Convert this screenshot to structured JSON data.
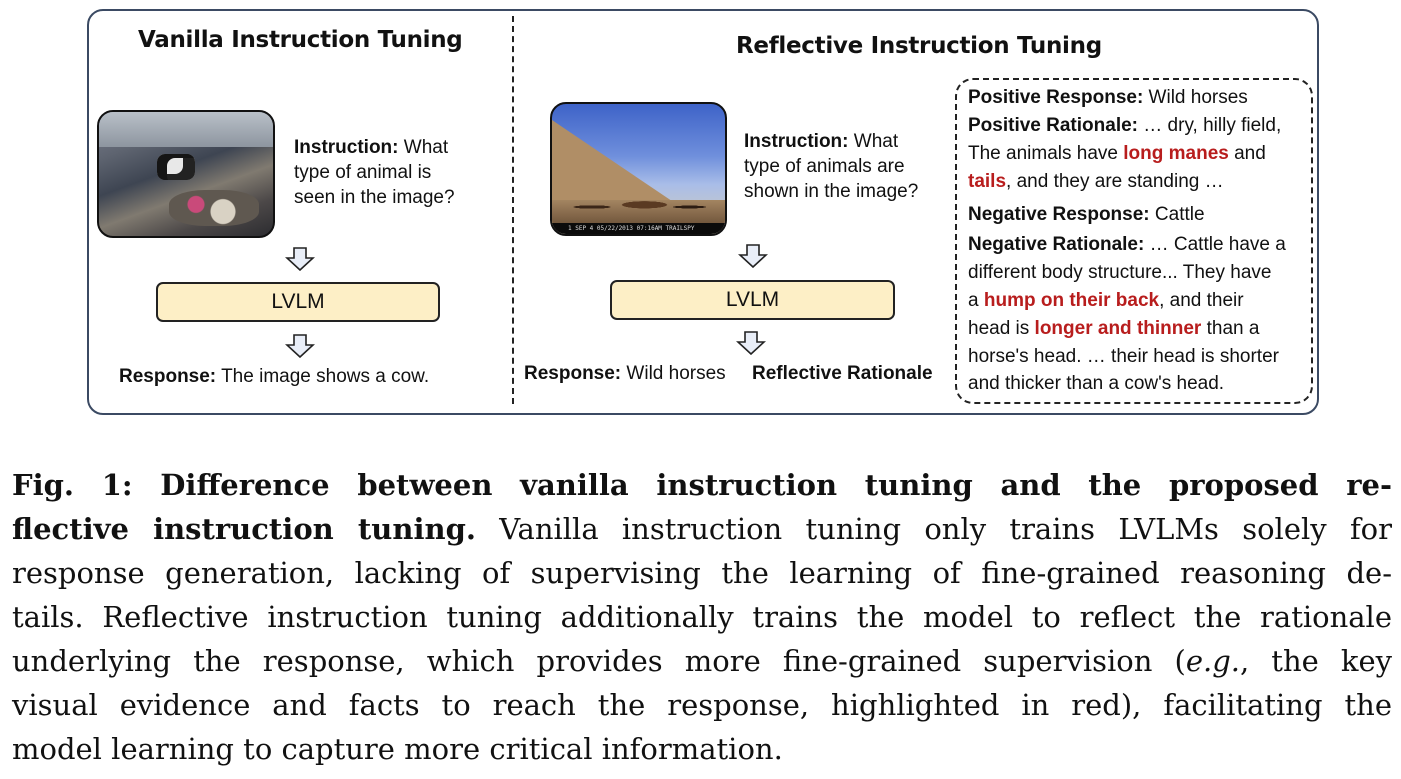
{
  "left_panel": {
    "title": "Vanilla Instruction Tuning",
    "instruction_label": "Instruction:",
    "instruction_lines": [
      " What",
      "type of animal is",
      "seen in the image?"
    ],
    "model_label": "LVLM",
    "response_label": "Response:",
    "response_text": " The image shows a cow."
  },
  "right_panel": {
    "title": "Reflective Instruction Tuning",
    "instruction_label": "Instruction:",
    "instruction_lines": [
      " What",
      "type of animals are",
      "shown in the image?"
    ],
    "image_strip_text": "1 SEP 4   05/22/2013 07:16AM TRAILSPY",
    "model_label": "LVLM",
    "response_label": "Response:",
    "response_text": " Wild horses",
    "reflective_label": "Reflective Rationale"
  },
  "rationale_box": {
    "pos_response_label": "Positive Response:",
    "pos_response_text": " Wild horses",
    "pos_rationale_label": "Positive Rationale:",
    "pos_rationale_text": "  … dry, hilly field,",
    "pos_line2_pre": "The animals have ",
    "pos_line2_red": "long manes",
    "pos_line2_post": " and",
    "pos_line3_red": "tails",
    "pos_line3_post": ", and they are standing …",
    "neg_response_label": "Negative Response:",
    "neg_response_text": " Cattle",
    "neg_rationale_label": "Negative Rationale:",
    "neg_rationale_text": "  … Cattle have a",
    "neg_line2": "different body structure... They have",
    "neg_line3_pre": "a ",
    "neg_line3_red": "hump on their back",
    "neg_line3_post": ", and their",
    "neg_line4_pre": "head is ",
    "neg_line4_red": "longer and thinner",
    "neg_line4_post": " than a",
    "neg_line5": "horse's head. … their head is shorter",
    "neg_line6": "and thicker than a cow's head."
  },
  "caption": {
    "line1_bold": "Fig. 1: Difference between vanilla instruction tuning and the proposed re-",
    "line2_bold": "flective instruction tuning.",
    "line2_rest": " Vanilla instruction tuning only trains LVLMs solely for",
    "line3": "response generation, lacking of supervising the learning of fine-grained reasoning de-",
    "line4": "tails. Reflective instruction tuning additionally trains the model to reflect the rationale",
    "line5_pre": "underlying the response, which provides more fine-grained supervision (",
    "line5_em": "e.g.",
    "line5_post": ", the key",
    "line6": "visual evidence and facts to reach the response, highlighted in red), facilitating the",
    "line7": "model learning to capture more critical information."
  },
  "colors": {
    "highlight_red": "#b81d1d",
    "lvlm_fill": "#fdefc6",
    "arrow_fill": "#e9eef8"
  }
}
